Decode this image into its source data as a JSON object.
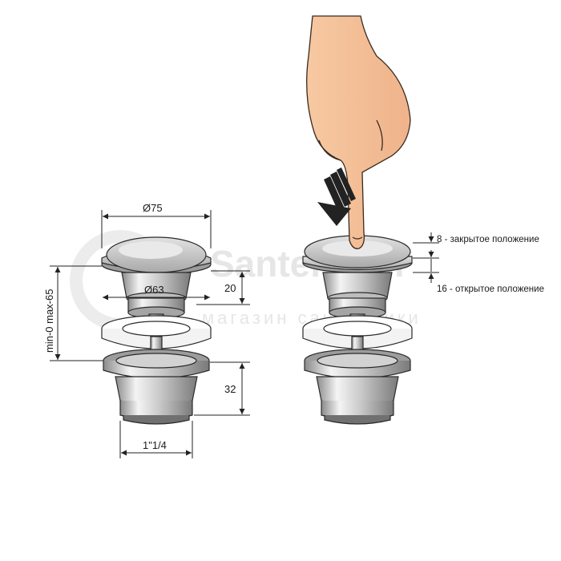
{
  "watermark": {
    "brand": "SantehMail",
    "tagline": "магазин сантехники"
  },
  "left_drawing": {
    "cap_diameter": "Ø75",
    "inner_diameter": "Ø63",
    "cap_height": "20",
    "adjust_range": "min-0 max-65",
    "body_height": "32",
    "thread": "1\"1/4"
  },
  "right_drawing": {
    "closed_label": "8 - закрытое положение",
    "open_label": "16 - открытое положение"
  }
}
